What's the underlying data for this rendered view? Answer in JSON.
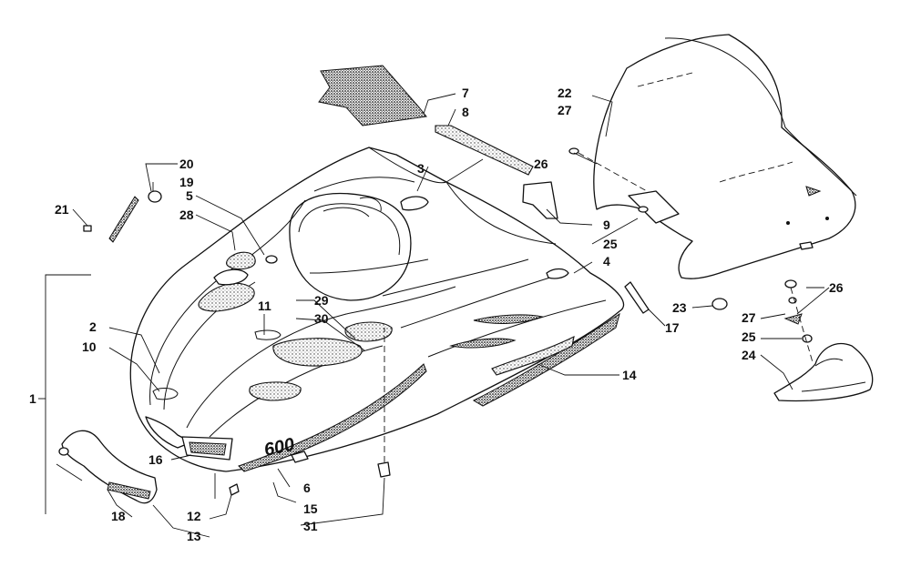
{
  "callouts": {
    "c1": "1",
    "c2": "2",
    "c3": "3",
    "c4": "4",
    "c5": "5",
    "c6": "6",
    "c7": "7",
    "c8": "8",
    "c9": "9",
    "c10": "10",
    "c11": "11",
    "c12": "12",
    "c13": "13",
    "c14": "14",
    "c15": "15",
    "c16": "16",
    "c17": "17",
    "c18": "18",
    "c19": "19",
    "c20": "20",
    "c21": "21",
    "c22": "22",
    "c23": "23",
    "c24": "24",
    "c25a": "25",
    "c25b": "25",
    "c26a": "26",
    "c26b": "26",
    "c27a": "27",
    "c27b": "27",
    "c28": "28",
    "c29": "29",
    "c30": "30",
    "c31": "31"
  },
  "decal": {
    "model_number": "600"
  }
}
